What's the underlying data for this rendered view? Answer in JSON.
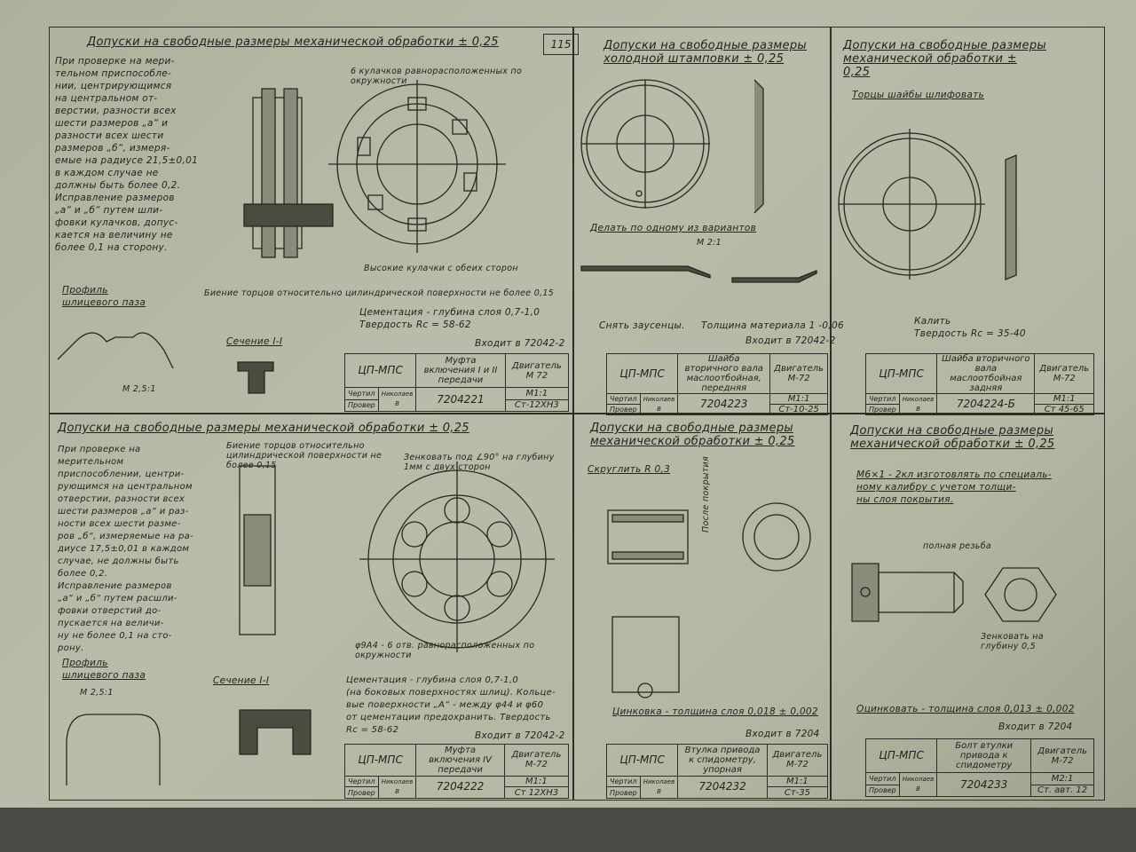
{
  "page_number": "115",
  "panels": [
    {
      "title": "Допуски на свободные размеры механической обработки ± 0,25",
      "notes": "При проверке на мери-\nтельном приспособле-\nнии, центрирующимся\nна центральном от-\nверстии, разности всех\nшести размеров „а“ и\nразности всех шести\nразмеров „б“, измеря-\nемые на радиусе 21,5±0,01\nв каждом случае не\nдолжны быть более 0,2.\nИсправление размеров\n„а“ и „б“ путем шли-\nфовки кулачков, допус-\nкается на величину не\nболее 0,1 на сторону.",
      "callout_top": "6 кулачков равнорасположенных по окружности",
      "callout_bottom": "Высокие кулачки с обеих сторон",
      "runout": "Биение торцов относительно цилиндрической поверхности не более 0,15",
      "profile_label": "Профиль шлицевого паза",
      "profile_scale": "М 2,5:1",
      "section_label": "Сечение I-I",
      "treatment": "Цементация - глубина слоя 0,7-1,0\nТвердость Rc = 58-62",
      "enters": "Входит в 72042-2",
      "title_block": {
        "org": "ЦП-МПС",
        "part_name": "Муфта включения I и II передачи",
        "engine": "Двигатель М 72",
        "drawn": "Чертил",
        "checked": "Провер",
        "checker": "Николаев В",
        "number": "7204221",
        "scale": "М1:1",
        "material": "Ст-12ХН3"
      }
    },
    {
      "title": "Допуски на свободные размеры холодной штамповки ± 0,25",
      "variant_note": "Делать по одному из вариантов",
      "scale_note": "М 2:1",
      "burr_note": "Снять заусенцы.",
      "thickness": "Толщина материала 1 -0,06",
      "enters": "Входит в 72042-2",
      "title_block": {
        "org": "ЦП-МПС",
        "part_name": "Шайба вторичного вала маслоотбойная, передняя",
        "engine": "Двигатель М-72",
        "drawn": "Чертил",
        "checked": "Провер",
        "checker": "Николаев В",
        "number": "7204223",
        "scale": "М1:1",
        "material": "Ст-10-25"
      }
    },
    {
      "title": "Допуски на свободные размеры механической обработки ± 0,25",
      "grind_note": "Торцы шайбы шлифовать",
      "harden": "Калить\nТвердость Rc = 35-40",
      "title_block": {
        "org": "ЦП-МПС",
        "part_name": "Шайба вторичного вала маслоотбойная задняя",
        "engine": "Двигатель М-72",
        "drawn": "Чертил",
        "checked": "Провер",
        "checker": "Николаев В",
        "number": "7204224-Б",
        "scale": "М1:1",
        "material": "Ст 45-65"
      }
    },
    {
      "title": "Допуски на свободные размеры механической обработки ± 0,25",
      "notes": "При проверке на мерительном приспособлении, центри-\nрующимся на центральном\nотверстии, разности всех\nшести размеров „а“ и раз-\nности всех шести разме-\nров „б“, измеряемые на ра-\nдиусе 17,5±0,01 в каждом\nслучае, не должны быть\nболее 0,2.\nИсправление размеров\n„а“ и „б“ путем расшли-\nфовки отверстий до-\nпускается на величи-\nну не более 0,1 на сто-\nрону.",
      "runout": "Биение торцов относительно цилиндрической поверхности не более 0,15",
      "countersink": "Зенковать под ∠90° на глубину 1мм с двух сторон",
      "holes": "φ9А4 - 6 отв. равнорасположенных по окружности",
      "profile_label": "Профиль шлицевого паза",
      "profile_scale": "М 2,5:1",
      "section_label": "Сечение I-I",
      "treatment": "Цементация - глубина слоя 0,7-1,0\n(на боковых поверхностях шлиц). Кольце-\nвые поверхности „А“ - между φ44 и φ60\nот цементации предохранить. Твердость\nRc = 58-62",
      "enters": "Входит в 72042-2",
      "title_block": {
        "org": "ЦП-МПС",
        "part_name": "Муфта включения IV передачи",
        "engine": "Двигатель М-72",
        "drawn": "Чертил",
        "checked": "Провер",
        "checker": "Николаев В",
        "number": "7204222",
        "scale": "М1:1",
        "material": "Ст 12ХН3"
      }
    },
    {
      "title": "Допуски на свободные размеры механической обработки ± 0,25",
      "round_note": "Скруглить R 0,3",
      "coating_note": "После покрытия",
      "zinc": "Цинковка - толщина слоя 0,018 ± 0,002",
      "enters": "Входит в 7204",
      "title_block": {
        "org": "ЦП-МПС",
        "part_name": "Втулка привода к спидометру, упорная",
        "engine": "Двигатель М-72",
        "drawn": "Чертил",
        "checked": "Провер",
        "checker": "Николаев В",
        "number": "7204232",
        "scale": "М1:1",
        "material": "Ст-35"
      }
    },
    {
      "title": "Допуски на свободные размеры механической обработки ± 0,25",
      "thread_note": "М6×1 - 2кл изготовлять по специаль-\nному калибру с учетом толщи-\nны слоя покрытия.",
      "thread_label": "полная резьба",
      "countersink": "Зенковать на глубину 0,5",
      "zinc": "Оцинковать - толщина слоя 0,013 ± 0,002",
      "enters": "Входит в 7204",
      "title_block": {
        "org": "ЦП-МПС",
        "part_name": "Болт втулки привода к спидометру",
        "engine": "Двигатель М-72",
        "drawn": "Чертил",
        "checked": "Провер",
        "checker": "Николаев В",
        "number": "7204233",
        "scale": "М2:1",
        "material": "Ст. авт. 12"
      }
    }
  ]
}
